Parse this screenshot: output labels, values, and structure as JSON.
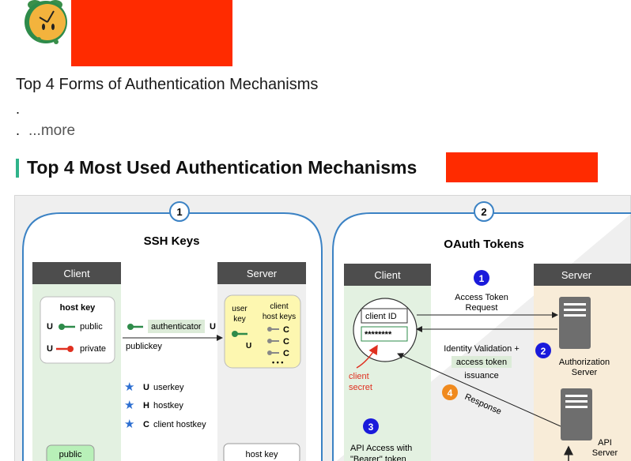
{
  "post": {
    "title": "Top 4 Forms of Authentication Mechanisms",
    "dot1": ".",
    "dot2": ".",
    "more_label": "...more"
  },
  "image": {
    "heading": "Top 4 Most Used Authentication Mechanisms",
    "panel1": {
      "number": "1",
      "title": "SSH Keys",
      "client_label": "Client",
      "server_label": "Server",
      "host_key_title": "host key",
      "u1": "U",
      "u2": "U",
      "public": "public",
      "private": "private",
      "authenticator": "authenticator",
      "authenticator_u": "U",
      "publickey": "publickey",
      "user_key_line1": "user",
      "user_key_line2": "key",
      "user_key_u": "U",
      "client_host_keys_line1": "client",
      "client_host_keys_line2": "host keys",
      "c1": "C",
      "c2": "C",
      "c3": "C",
      "dots": "• • •",
      "legend": [
        {
          "letter": "U",
          "text": "userkey"
        },
        {
          "letter": "H",
          "text": "hostkey"
        },
        {
          "letter": "C",
          "text": "client hostkey"
        }
      ],
      "public_box": "public",
      "host_key_box": "host key"
    },
    "panel2": {
      "number": "2",
      "title": "OAuth Tokens",
      "client_label": "Client",
      "server_label": "Server",
      "client_id": "client ID",
      "secret_mask": "********",
      "client_secret_line1": "client",
      "client_secret_line2": "secret",
      "step1": "1",
      "access_token_line1": "Access Token",
      "access_token_line2": "Request",
      "step2": "2",
      "identity_line1": "Identity Validation +",
      "identity_line2": "access token",
      "identity_line3": "issuance",
      "auth_server_line1": "Authorization",
      "auth_server_line2": "Server",
      "step4": "4",
      "response": "Response",
      "step3": "3",
      "api_access_line1": "API Access with",
      "api_access_line2": "\"Bearer\" token",
      "api_server_line1": "API",
      "api_server_line2": "Server"
    },
    "colors": {
      "blue_step": "#1a1adb",
      "orange_step": "#f08a1e",
      "red_arrow": "#e03020",
      "panel_border": "#3b82c4",
      "accent_bar": "#2fb38a",
      "redaction": "#ff2b00"
    }
  }
}
